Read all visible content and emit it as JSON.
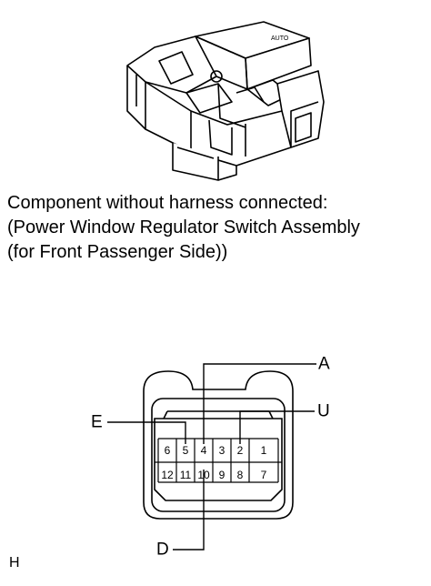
{
  "caption": {
    "line1": "Component without harness connected:",
    "line2": "(Power Window Regulator Switch Assembly",
    "line3": "(for Front Passenger Side))"
  },
  "connector": {
    "top_row": [
      "6",
      "5",
      "4",
      "3",
      "2",
      "1"
    ],
    "bottom_row": [
      "12",
      "11",
      "10",
      "9",
      "8",
      "7"
    ],
    "callouts": {
      "a": "A",
      "u": "U",
      "e": "E",
      "d": "D"
    }
  },
  "switch_illustration": {
    "stamp_text": "AUTO"
  },
  "figure_code": "H"
}
